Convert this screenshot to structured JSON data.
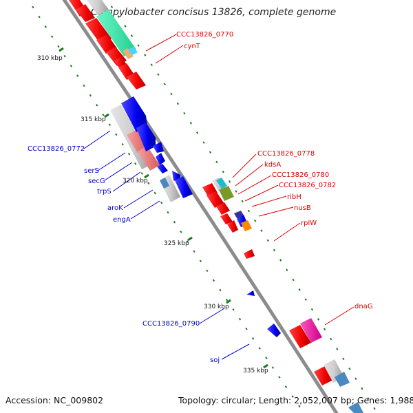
{
  "title": "Campylobacter concisus 13826, complete genome",
  "footer": {
    "accession": "Accession: NC_009802",
    "summary": "Topology: circular; Length: 2,052,007 bp; Genes: 1,988"
  },
  "ticks": [
    "310 kbp",
    "315 kbp",
    "320 kbp",
    "325 kbp",
    "330 kbp",
    "335 kbp"
  ],
  "labels_right": [
    "CCC13826_0770",
    "cynT",
    "CCC13826_0778",
    "kdsA",
    "CCC13826_0780",
    "CCC13826_0782",
    "ribH",
    "nusB",
    "rplW",
    "dnaG"
  ],
  "labels_left": [
    "CCC13826_0772",
    "serS",
    "secG",
    "trpS",
    "aroK",
    "engA",
    "CCC13826_0790",
    "soj"
  ],
  "colors": {
    "backbone": "#8c8c8c",
    "tick_dots": "#1a7a1a",
    "right_label": "#dd0000",
    "left_label": "#0000cc",
    "red_gene": "#ff0000",
    "blue_gene": "#0000ee",
    "grey_gene": "#c8c8c8",
    "teal_gene": "#33e6a6",
    "pink_gene": "#f07a7a",
    "magenta_gene": "#ff22aa",
    "olive_gene": "#7a9a28",
    "orange_gene": "#ff8800",
    "steelblue_gene": "#4a88c0"
  }
}
